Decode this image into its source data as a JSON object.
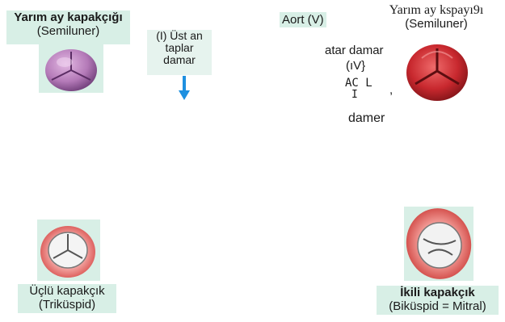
{
  "top_left": {
    "title": "Yarım ay kapakçığı",
    "subtitle": "(Semiluner)"
  },
  "pulmonary": {
    "lines": [
      "(I) Üst an",
      "taplar",
      "damar"
    ]
  },
  "aort": {
    "label": "Aort (V)"
  },
  "top_right": {
    "title": "Yarım ay kspayı9ı",
    "subtitle": "(Semiluner)"
  },
  "artery": {
    "line1": "atar damar",
    "line2": "(ıV}",
    "line3": "AC L",
    "line4": "I",
    "tick": ",",
    "line5": "damer"
  },
  "bottom_left": {
    "title": "Üçlü kapakçık",
    "subtitle": "(Triküspid)"
  },
  "bottom_right": {
    "title": "İkili kapakçık",
    "subtitle": "(Biküspid = Mitral)"
  },
  "colors": {
    "label_highlight": "#d8efe6",
    "semilunar_purple": "#b47ab8",
    "semilunar_red": "#c8282e",
    "arrow_blue": "#1e90e0"
  }
}
